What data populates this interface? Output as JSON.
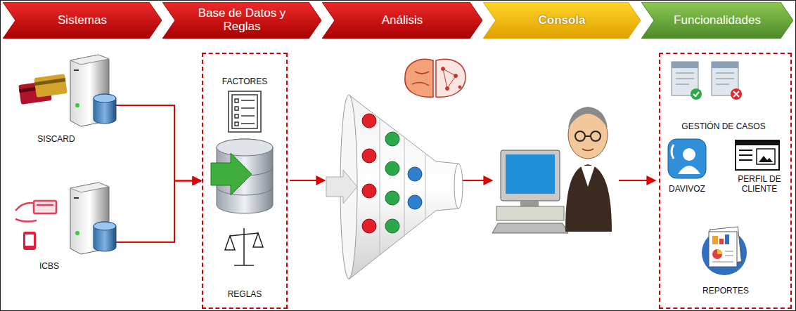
{
  "diagram": {
    "nodes": [
      {
        "text": [
          "Sistemas"
        ]
      },
      {
        "text": [
          "Base de Datos y Reglas"
        ]
      },
      {
        "text": [
          "Análisis"
        ]
      },
      {
        "text": [
          "Consola"
        ]
      },
      {
        "text": [
          "Funcionalidades"
        ]
      },
      {
        "text": [
          "SISCARD"
        ]
      },
      {
        "text": [
          "ICBS"
        ]
      },
      {
        "text": [
          "FACTORES",
          "REGLAS"
        ]
      },
      {
        "text": [
          "GESTIÓN DE CASOS",
          "DAVIVOZ",
          "PERFIL DE CLIENTE",
          "REPORTES"
        ]
      }
    ],
    "edges": [
      {
        "from": 5,
        "to": 7,
        "arrow": "to"
      },
      {
        "from": 6,
        "to": 7,
        "arrow": "to"
      }
    ]
  }
}
